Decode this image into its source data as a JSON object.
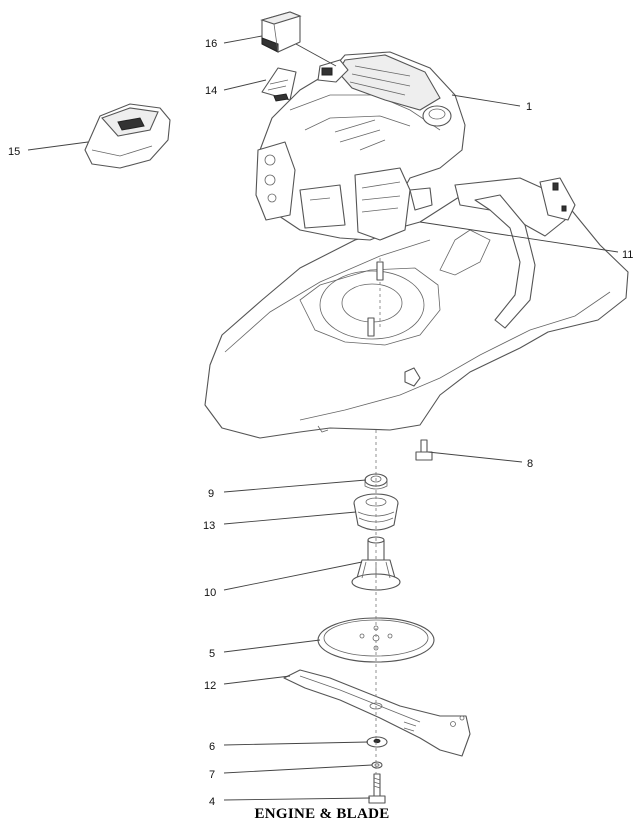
{
  "title": "ENGINE & BLADE",
  "callouts": {
    "c1": "1",
    "c4": "4",
    "c5": "5",
    "c6": "6",
    "c7": "7",
    "c8": "8",
    "c9": "9",
    "c10": "10",
    "c11": "11",
    "c12": "12",
    "c13": "13",
    "c14": "14",
    "c15": "15",
    "c16": "16"
  }
}
